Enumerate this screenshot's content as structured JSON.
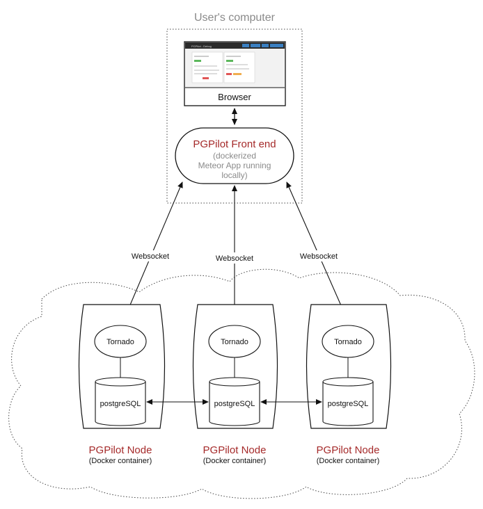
{
  "user_computer": {
    "label": "User's computer"
  },
  "browser": {
    "label": "Browser",
    "screenshot": {
      "app_title": "PGPilot - Debug",
      "toolbar_buttons": [
        "",
        "",
        "",
        ""
      ]
    }
  },
  "frontend": {
    "title": "PGPilot Front end",
    "description_lines": [
      "(dockerized",
      "Meteor App running",
      "locally)"
    ]
  },
  "links": [
    {
      "label": "Websocket"
    },
    {
      "label": "Websocket"
    },
    {
      "label": "Websocket"
    }
  ],
  "nodes": [
    {
      "title": "PGPilot Node",
      "subtitle": "(Docker container)",
      "service": "Tornado",
      "database": "postgreSQL"
    },
    {
      "title": "PGPilot Node",
      "subtitle": "(Docker container)",
      "service": "Tornado",
      "database": "postgreSQL"
    },
    {
      "title": "PGPilot Node",
      "subtitle": "(Docker container)",
      "service": "Tornado",
      "database": "postgreSQL"
    }
  ],
  "colors": {
    "title_red": "#a52a2a",
    "label_gray": "#8a8a8a",
    "line": "#111111"
  }
}
